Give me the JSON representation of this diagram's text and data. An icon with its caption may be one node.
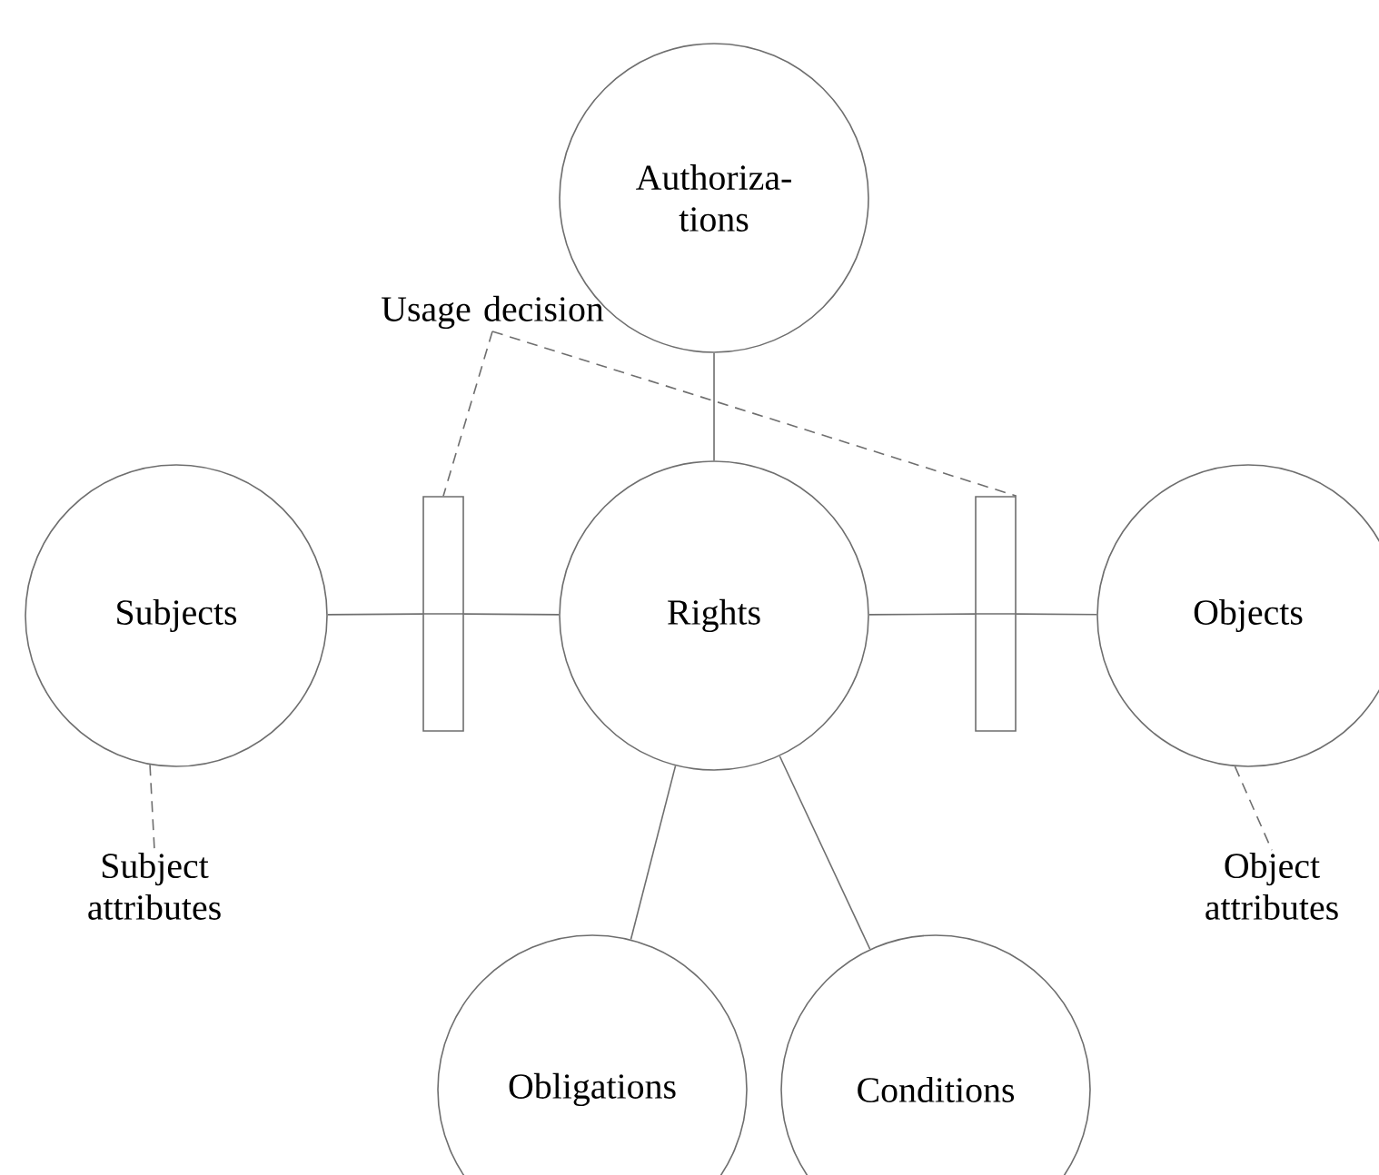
{
  "diagram": {
    "nodes": [
      {
        "text": [
          "Authoriza- tions"
        ]
      },
      {
        "text": [
          "Usage decision"
        ]
      },
      {
        "text": [
          "Subjects"
        ]
      },
      {
        "text": [],
        "shape": "box"
      },
      {
        "text": [
          "Rights"
        ]
      },
      {
        "text": [],
        "shape": "box"
      },
      {
        "text": [
          "Objects"
        ]
      },
      {
        "text": [
          "Subject attributes"
        ]
      },
      {
        "text": [
          "Object attributes"
        ]
      },
      {
        "text": [
          "Obligations"
        ]
      },
      {
        "text": [
          "Conditions"
        ]
      }
    ],
    "edges": [
      {
        "from": 0,
        "to": 4,
        "arrow": "none"
      },
      {
        "from": 1,
        "to": 3,
        "arrow": "none",
        "style": "dashed"
      },
      {
        "from": 1,
        "to": 5,
        "arrow": "none",
        "style": "dashed"
      },
      {
        "from": 2,
        "to": 3,
        "arrow": "none"
      },
      {
        "from": 3,
        "to": 4,
        "arrow": "none"
      },
      {
        "from": 4,
        "to": 5,
        "arrow": "none"
      },
      {
        "from": 5,
        "to": 6,
        "arrow": "none"
      },
      {
        "from": 2,
        "to": 7,
        "arrow": "none",
        "style": "dashed"
      },
      {
        "from": 6,
        "to": 8,
        "arrow": "none",
        "style": "dashed"
      },
      {
        "from": 4,
        "to": 9,
        "arrow": "none"
      },
      {
        "from": 4,
        "to": 10,
        "arrow": "none"
      }
    ]
  }
}
